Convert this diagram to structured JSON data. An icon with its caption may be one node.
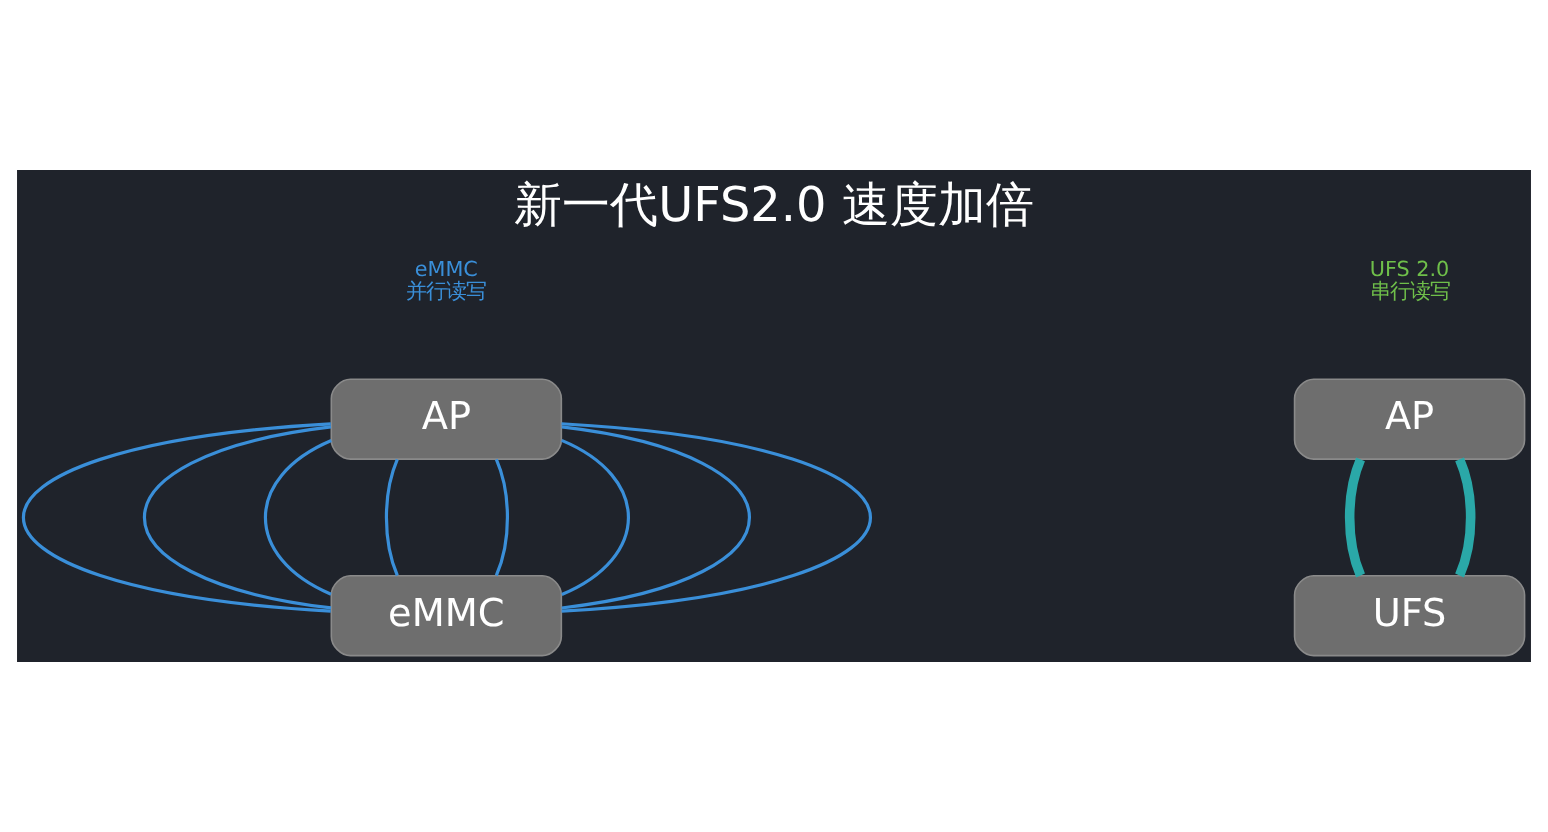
{
  "diagram": {
    "title": "新一代UFS2.0 速度加倍",
    "nodes": [
      {
        "text": [
          "AP"
        ]
      },
      {
        "text": [
          "eMMC"
        ]
      },
      {
        "text": [
          "AP"
        ]
      },
      {
        "text": [
          "UFS"
        ]
      }
    ],
    "edges": [
      {
        "from": 0,
        "to": 1,
        "arrow": "none"
      },
      {
        "from": 0,
        "to": 1,
        "arrow": "none"
      },
      {
        "from": 0,
        "to": 1,
        "arrow": "none"
      },
      {
        "from": 0,
        "to": 1,
        "arrow": "none"
      },
      {
        "from": 0,
        "to": 1,
        "arrow": "none"
      },
      {
        "from": 0,
        "to": 1,
        "arrow": "none"
      },
      {
        "from": 0,
        "to": 1,
        "arrow": "none"
      },
      {
        "from": 0,
        "to": 1,
        "arrow": "none"
      },
      {
        "from": 2,
        "to": 3,
        "arrow": "none",
        "style": "thick",
        "color": "#2aa8a8"
      },
      {
        "from": 2,
        "to": 3,
        "arrow": "none",
        "style": "thick",
        "color": "#2aa8a8"
      }
    ],
    "labels": [
      "eMMC 并行读写",
      "UFS 2.0 串行读写"
    ]
  }
}
